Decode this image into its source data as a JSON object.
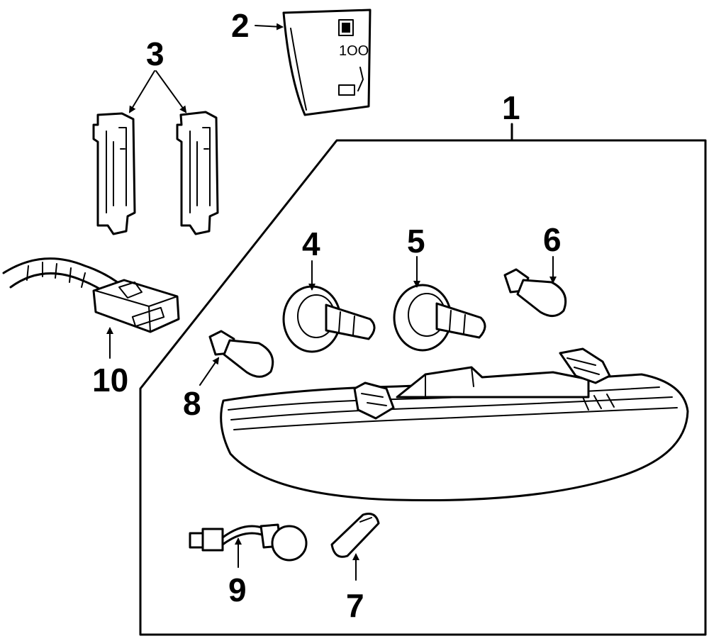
{
  "callouts": {
    "c1": "1",
    "c2": "2",
    "c3": "3",
    "c4": "4",
    "c5": "5",
    "c6": "6",
    "c7": "7",
    "c8": "8",
    "c9": "9",
    "c10": "10"
  },
  "label_text": "1OO"
}
